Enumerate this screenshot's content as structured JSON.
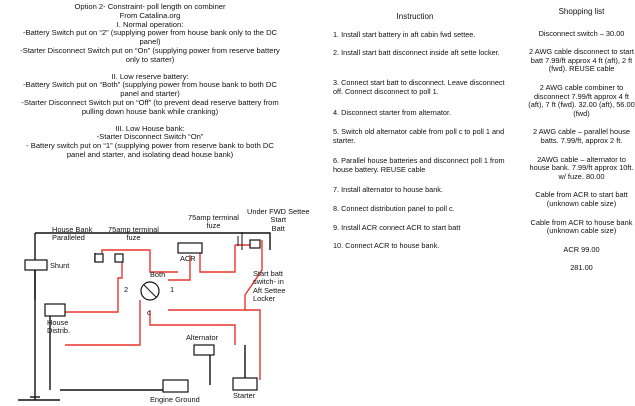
{
  "left": {
    "lines": [
      "Option 2-  Constraint- poll length on combiner",
      "From Catalina.org",
      "I. Normal operation:",
      "-Battery Switch put on “2” (supplying power from house bank only to the DC",
      "panel)",
      "-Starter Disconnect Switch put on “On” (supplying power from reserve battery",
      "only to starter)",
      "",
      "II. Low reserve battery:",
      "-Battery Switch put on “Both” (supplying power from house bank to both DC",
      "panel and starter)",
      "-Starter Disconnect Switch put on “Off” (to prevent dead reserve battery from",
      "pulling down house bank while cranking)",
      "",
      "III. Low House bank:",
      "-Starter Disconnect Switch “On”",
      "- Battery switch put on “1” (supplying power from reserve bank to both DC",
      "panel and starter, and isolating dead house bank)"
    ]
  },
  "instruction": {
    "title": "Instruction",
    "steps": [
      "1.  Install start battery in aft cabin fwd settee.",
      "2.  Install start batt disconnect inside aft sette locker.",
      "3.  Connect start batt to disconnect.  Leave disconnect off.  Connect disconnect to poll 1.",
      "4.  Disconnect starter from alternator.",
      "5.  Switch old alternator cable from poll c to poll 1 and starter.",
      "6.  Parallel house batteries and disconnect poll 1 from house battery.  REUSE cable",
      "7.  Install alternator to house bank.",
      "8.  Connect distribution panel to poll c.",
      "9.  Install ACR connect ACR to start batt",
      "10.  Connect ACR to house bank."
    ]
  },
  "shopping": {
    "title": "Shopping list",
    "items": [
      "Disconnect switch – 30.00",
      "2 AWG cable disconnect to start batt 7.99/ft approx 4 ft (aft), 2 ft (fwd). REUSE cable",
      "2 AWG cable combiner to disconnect 7.99/ft approx 4 ft (aft), 7 ft (fwd). 32.00 (aft), 56.00 (fwd)",
      "2 AWG cable – parallel house batts.  7.99/ft, approx 2 ft.",
      "2AWG cable – alternator to house bank.  7.99/ft approx 10ft. w/ fuze. 80.00",
      "Cable from ACR to start batt (unknown cable size)",
      "Cable from ACR to house bank (unknown cable size)",
      "ACR 99.00",
      "281.00"
    ]
  },
  "diagram": {
    "house_bank": "House Bank\nParalleled",
    "fuse_75_left": "75amp terminal\nfuze",
    "fuse_75_right": "75amp terminal\nfuze",
    "under_fwd": "Under FWD Settee\nStart\nBatt",
    "shunt": "Shunt",
    "acr": "ACR",
    "both": "Both",
    "pos_2": "2",
    "pos_1": "1",
    "pos_c": "c",
    "start_batt_switch": "Start batt\nswitch- in\nAft Settee\nLocker",
    "house_distrib": "House\nDistrib.",
    "alternator": "Alternator",
    "engine_ground": "Engine Ground",
    "starter": "Starter",
    "colors": {
      "wire_red": "#e8352e",
      "wire_black": "#111111"
    }
  }
}
